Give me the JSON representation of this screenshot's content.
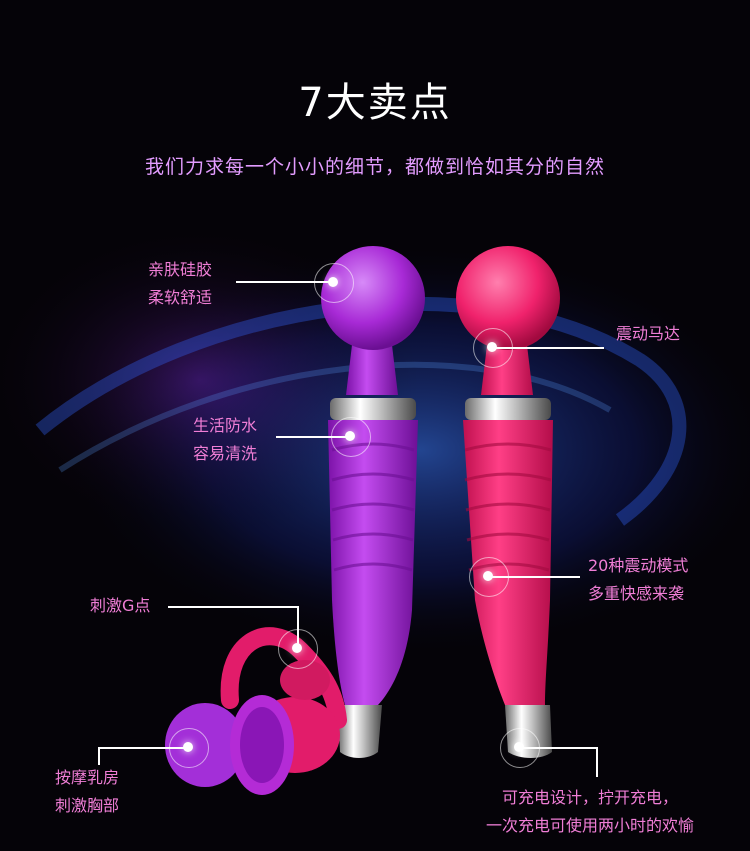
{
  "header": {
    "title": "7大卖点",
    "subtitle": "我们力求每一个小小的细节，都做到恰如其分的自然"
  },
  "features": {
    "skin_silicone": {
      "line1": "亲肤硅胶",
      "line2": "柔软舒适"
    },
    "vibration_motor": {
      "line1": "震动马达"
    },
    "waterproof": {
      "line1": "生活防水",
      "line2": "容易清洗"
    },
    "vibration_modes": {
      "line1": "20种震动模式",
      "line2": "多重快感来袭"
    },
    "g_spot": {
      "line1": "刺激G点"
    },
    "breast_massage": {
      "line1": "按摩乳房",
      "line2": "刺激胸部"
    },
    "rechargeable": {
      "line1": "可充电设计，拧开充电，",
      "line2": "一次充电可使用两小时的欢愉"
    }
  },
  "colors": {
    "background": "#050308",
    "title": "#ffffff",
    "subtitle": "#e39cff",
    "label": "#f07ed6",
    "purple_product": "#a92ad6",
    "pink_product": "#f0226c",
    "glow_blue": "#2a63d6"
  }
}
